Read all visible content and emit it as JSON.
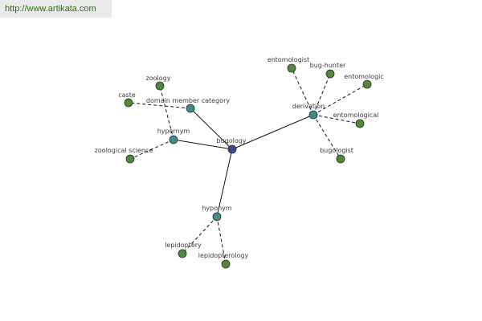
{
  "header": {
    "url": "http://www.artikata.com"
  },
  "graph": {
    "center": {
      "id": "bugology",
      "label": "bugology",
      "color": "#3b4a8a"
    },
    "relations": [
      {
        "id": "hypernym",
        "label": "hypernym",
        "color": "#3f8b8b",
        "terms": [
          {
            "id": "zoology",
            "label": "zoology"
          },
          {
            "id": "zoological-science",
            "label": "zoological science"
          }
        ]
      },
      {
        "id": "domain-member-category",
        "label": "domain member category",
        "color": "#3f8b8b",
        "terms": [
          {
            "id": "caste",
            "label": "caste"
          }
        ]
      },
      {
        "id": "derivation",
        "label": "derivation",
        "color": "#3f8b8b",
        "terms": [
          {
            "id": "entomologist",
            "label": "entomologist"
          },
          {
            "id": "bug-hunter",
            "label": "bug-hunter"
          },
          {
            "id": "entomologic",
            "label": "entomologic"
          },
          {
            "id": "entomological",
            "label": "entomological"
          },
          {
            "id": "bugologist",
            "label": "bugologist"
          }
        ]
      },
      {
        "id": "hyponym",
        "label": "hyponym",
        "color": "#3f8b8b",
        "terms": [
          {
            "id": "lepidoptery",
            "label": "lepidoptery"
          },
          {
            "id": "lepidopterology",
            "label": "lepidopterology"
          }
        ]
      }
    ],
    "term_color": "#4f8a3c"
  }
}
